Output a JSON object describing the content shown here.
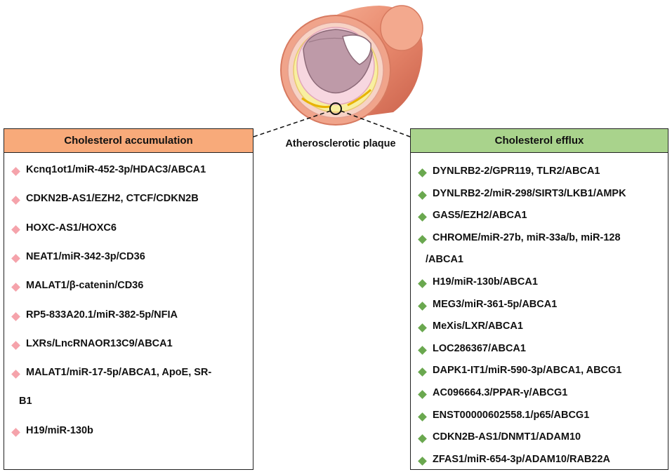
{
  "center_label": "Atherosclerotic plaque",
  "left_panel": {
    "title": "Cholesterol accumulation",
    "color": "#F8AA7A",
    "bullet_color": "#F5A3AB",
    "items": [
      "Kcnq1ot1/miR-452-3p/HDAC3/ABCA1",
      "CDKN2B-AS1/EZH2, CTCF/CDKN2B",
      "HOXC-AS1/HOXC6",
      "NEAT1/miR-342-3p/CD36",
      "MALAT1/β-catenin/CD36",
      "RP5-833A20.1/miR-382-5p/NFIA",
      "LXRs/LncRNAOR13C9/ABCA1",
      "MALAT1/miR-17-5p/ABCA1, ApoE, SR-",
      "B1",
      "H19/miR-130b"
    ]
  },
  "right_panel": {
    "title": "Cholesterol efflux",
    "color": "#A9D38C",
    "bullet_color": "#6AA84F",
    "items": [
      "DYNLRB2-2/GPR119, TLR2/ABCA1",
      "DYNLRB2-2/miR-298/SIRT3/LKB1/AMPK",
      "GAS5/EZH2/ABCA1",
      " CHROME/miR-27b, miR-33a/b, miR-128",
      "/ABCA1",
      "H19/miR-130b/ABCA1",
      "MEG3/miR-361-5p/ABCA1",
      "MeXis/LXR/ABCA1",
      "LOC286367/ABCA1",
      "DAPK1-IT1/miR-590-3p/ABCA1, ABCG1",
      "AC096664.3/PPAR-γ/ABCG1",
      "ENST00000602558.1/p65/ABCG1",
      "CDKN2B-AS1/DNMT1/ADAM10",
      "ZFAS1/miR-654-3p/ADAM10/RAB22A"
    ]
  }
}
